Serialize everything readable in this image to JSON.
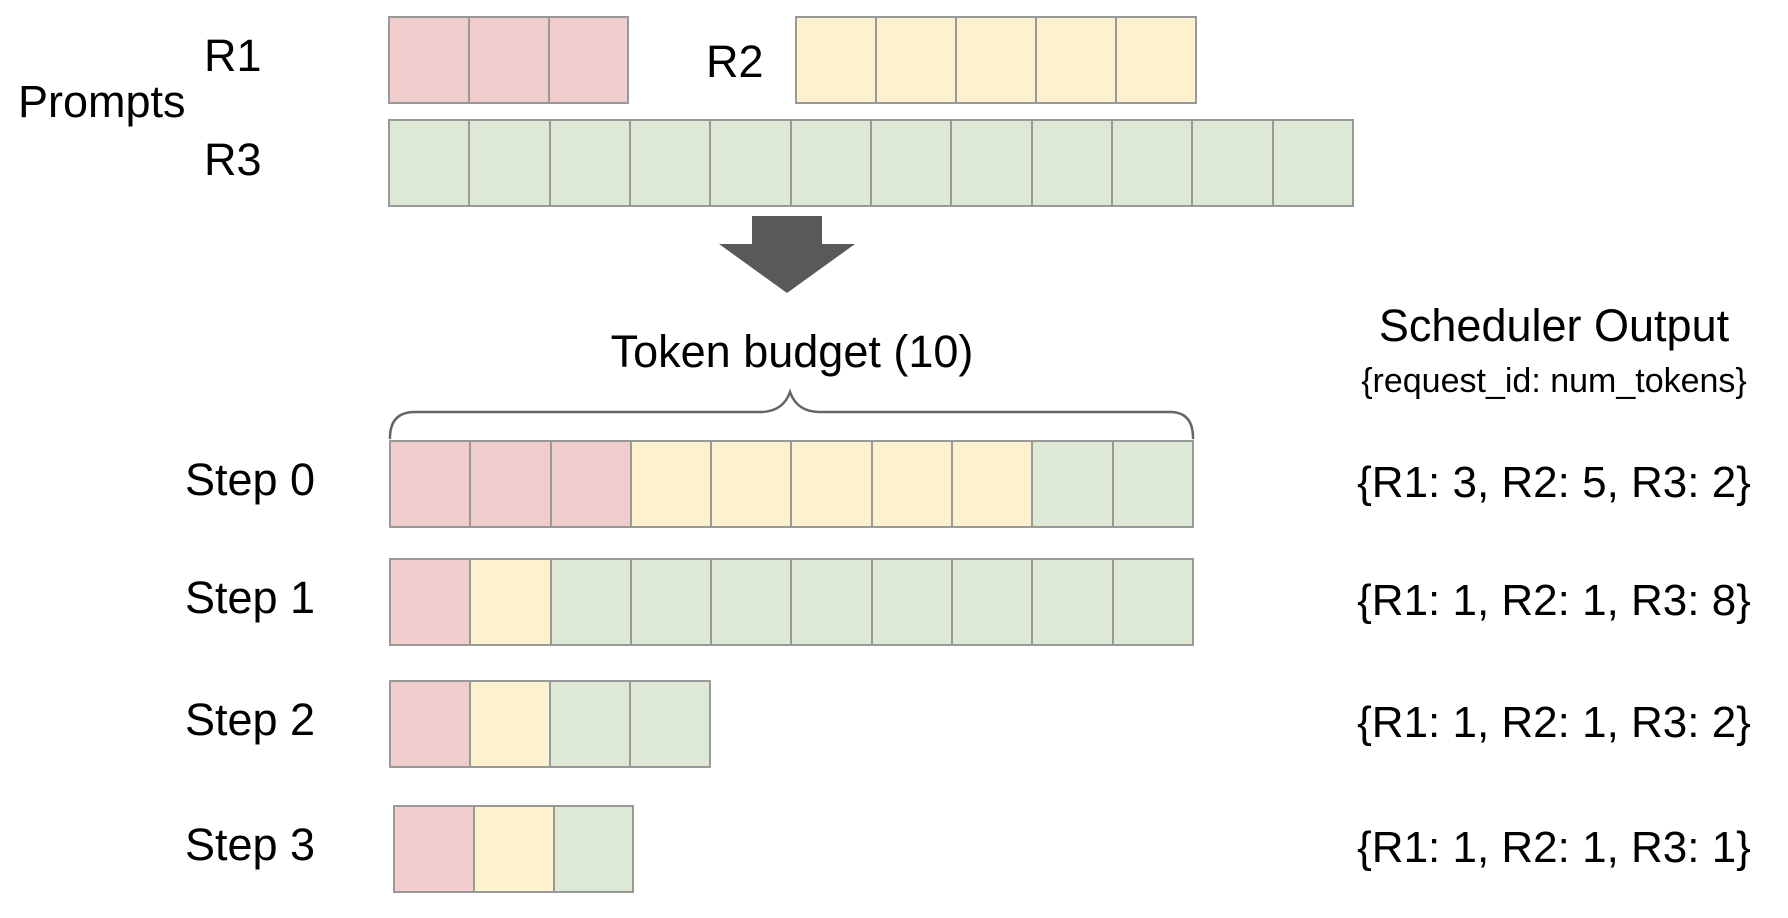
{
  "labels": {
    "prompts": "Prompts",
    "token_budget": "Token budget (10)",
    "scheduler_output_title": "Scheduler Output",
    "scheduler_output_subtitle": "{request_id: num_tokens}"
  },
  "colors": {
    "R1": "#f2cdcd",
    "R2": "#fdf2cd",
    "R3": "#dde8d5",
    "cell_border": "#999999",
    "arrow": "#595959",
    "brace": "#666666"
  },
  "token_budget_value": 10,
  "prompt_rows": [
    {
      "label": "R1",
      "request": "R1",
      "num_tokens": 3
    },
    {
      "label": "R2",
      "request": "R2",
      "num_tokens": 5
    },
    {
      "label": "R3",
      "request": "R3",
      "num_tokens": 12
    }
  ],
  "steps": [
    {
      "label": "Step 0",
      "allocations": [
        {
          "request": "R1",
          "tokens": 3
        },
        {
          "request": "R2",
          "tokens": 5
        },
        {
          "request": "R3",
          "tokens": 2
        }
      ],
      "output_text": "{R1: 3, R2: 5, R3: 2}"
    },
    {
      "label": "Step 1",
      "allocations": [
        {
          "request": "R1",
          "tokens": 1
        },
        {
          "request": "R2",
          "tokens": 1
        },
        {
          "request": "R3",
          "tokens": 8
        }
      ],
      "output_text": "{R1: 1, R2: 1, R3: 8}"
    },
    {
      "label": "Step 2",
      "allocations": [
        {
          "request": "R1",
          "tokens": 1
        },
        {
          "request": "R2",
          "tokens": 1
        },
        {
          "request": "R3",
          "tokens": 2
        }
      ],
      "output_text": "{R1: 1, R2: 1, R3: 2}"
    },
    {
      "label": "Step 3",
      "allocations": [
        {
          "request": "R1",
          "tokens": 1
        },
        {
          "request": "R2",
          "tokens": 1
        },
        {
          "request": "R3",
          "tokens": 1
        }
      ],
      "output_text": "{R1: 1, R2: 1, R3: 1}"
    }
  ]
}
